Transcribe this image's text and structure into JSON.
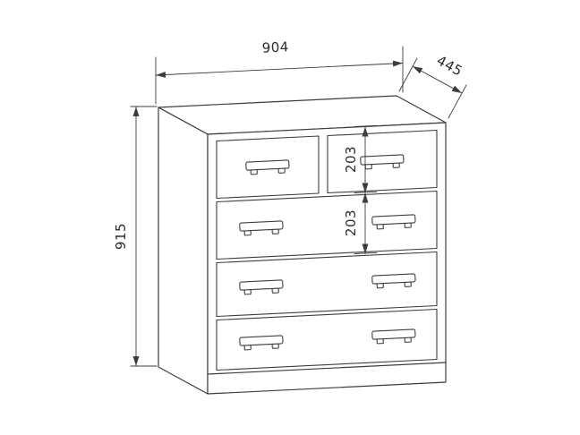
{
  "diagram": {
    "subject": "chest of drawers technical dimension drawing",
    "colors": {
      "line": "#3d3d3d",
      "text": "#2d2d2d",
      "background": "#ffffff"
    },
    "dimension_labels": {
      "width": "904",
      "depth": "445",
      "height": "915",
      "top_drawer_height": "203",
      "second_drawer_height": "203"
    }
  }
}
